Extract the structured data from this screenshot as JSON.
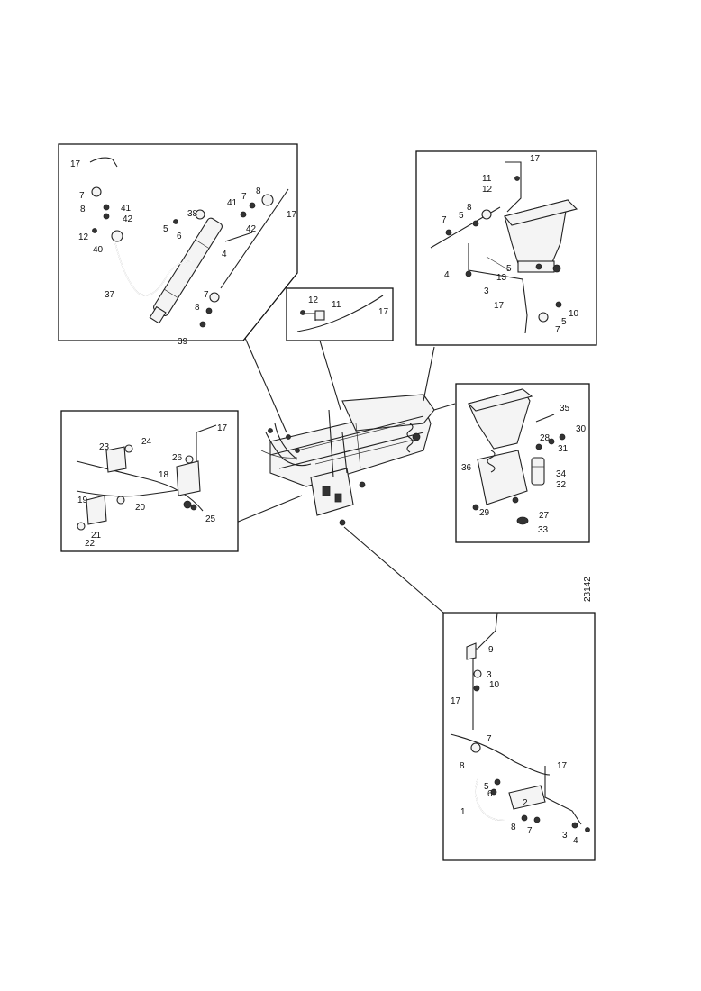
{
  "figure_number": "23142",
  "panels": {
    "top_left": {
      "callouts": [
        "17",
        "7",
        "8",
        "41",
        "42",
        "12",
        "40",
        "37",
        "5",
        "6",
        "38",
        "41",
        "7",
        "8",
        "42",
        "4",
        "17",
        "7",
        "8",
        "39"
      ]
    },
    "top_center": {
      "callouts": [
        "12",
        "11",
        "17"
      ]
    },
    "top_right": {
      "callouts": [
        "17",
        "11",
        "12",
        "5",
        "8",
        "7",
        "4",
        "5",
        "13",
        "3",
        "17",
        "10",
        "5",
        "7"
      ]
    },
    "middle_left": {
      "callouts": [
        "23",
        "24",
        "17",
        "26",
        "18",
        "19",
        "20",
        "25",
        "21",
        "22"
      ]
    },
    "middle_right": {
      "callouts": [
        "35",
        "30",
        "28",
        "31",
        "36",
        "34",
        "32",
        "29",
        "27",
        "33"
      ]
    },
    "bottom_right": {
      "callouts": [
        "9",
        "3",
        "10",
        "17",
        "7",
        "8",
        "17",
        "5",
        "6",
        "2",
        "1",
        "8",
        "7",
        "3",
        "4"
      ]
    }
  }
}
